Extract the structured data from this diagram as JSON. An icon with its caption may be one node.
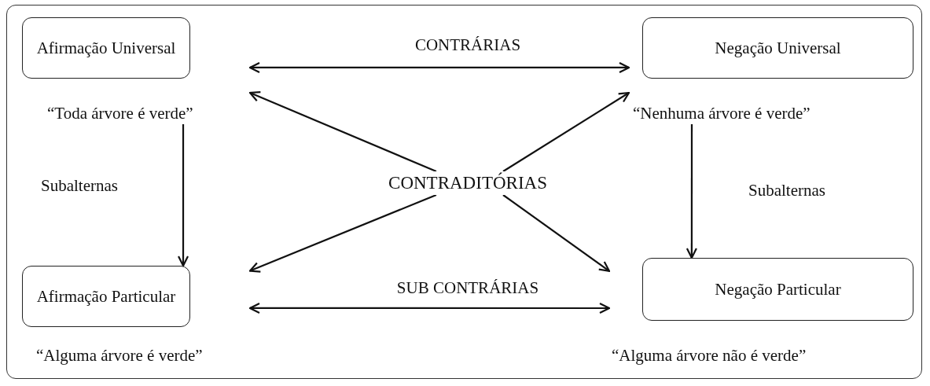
{
  "diagram": {
    "nodes": [
      {
        "text": [
          "Afirmação Universal"
        ],
        "beside": [
          "“Toda árvore é verde”"
        ]
      },
      {
        "text": [
          "Negação Universal"
        ],
        "beside": [
          "“Nenhuma árvore é verde”"
        ]
      },
      {
        "text": [
          "CONTRADITÓRIAS"
        ]
      },
      {
        "text": [
          "Afirmação Particular"
        ],
        "beside": [
          "“Alguma árvore é verde”"
        ]
      },
      {
        "text": [
          "Negação Particular"
        ],
        "beside": [
          "“Alguma árvore não é verde”"
        ]
      }
    ],
    "edges": [
      {
        "from": 0,
        "to": 1,
        "arrow": "both",
        "label": "CONTRÁRIAS"
      },
      {
        "from": 2,
        "to": 0,
        "arrow": "to"
      },
      {
        "from": 2,
        "to": 1,
        "arrow": "to"
      },
      {
        "from": 0,
        "to": 3,
        "arrow": "to",
        "label": "Subalternas"
      },
      {
        "from": 1,
        "to": 4,
        "arrow": "to",
        "label": "Subalternas"
      },
      {
        "from": 2,
        "to": 3,
        "arrow": "to"
      },
      {
        "from": 2,
        "to": 4,
        "arrow": "to"
      },
      {
        "from": 3,
        "to": 4,
        "arrow": "both",
        "label": "SUB CONTRÁRIAS"
      }
    ]
  }
}
